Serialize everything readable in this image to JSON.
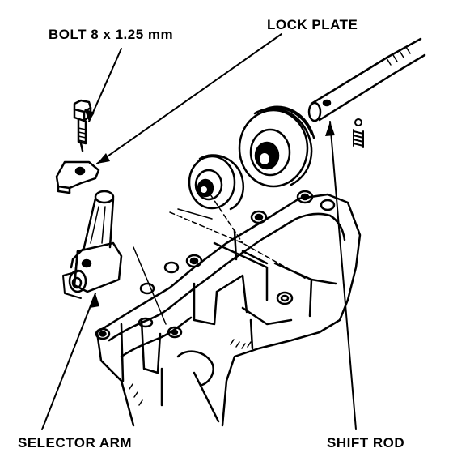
{
  "labels": {
    "bolt": "BOLT 8 x 1.25 mm",
    "lock_plate": "LOCK PLATE",
    "selector_arm": "SELECTOR ARM",
    "shift_rod": "SHIFT ROD"
  },
  "colors": {
    "ink": "#000000",
    "paper": "#ffffff"
  }
}
